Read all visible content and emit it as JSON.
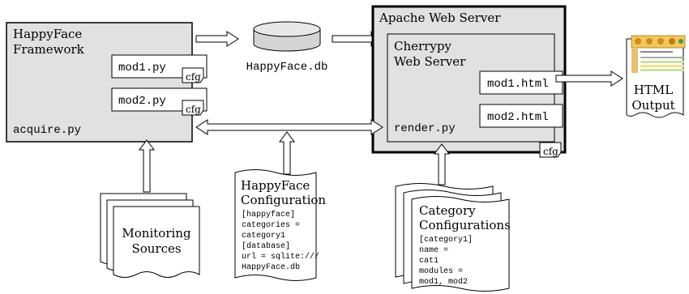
{
  "framework": {
    "title_line1": "HappyFace",
    "title_line2": "Framework",
    "script": "acquire.py",
    "modules": [
      "mod1.py",
      "mod2.py"
    ],
    "cfg_tag": "cfg"
  },
  "database": {
    "label": "HappyFace.db"
  },
  "apache": {
    "title": "Apache Web Server",
    "cfg_tag": "cfg"
  },
  "cherrypy": {
    "title_line1": "Cherrypy",
    "title_line2": "Web Server",
    "script": "render.py",
    "outputs": [
      "mod1.html",
      "mod2.html"
    ]
  },
  "html_output": {
    "line1": "HTML",
    "line2": "Output"
  },
  "monitoring": {
    "line1": "Monitoring",
    "line2": "Sources"
  },
  "happyface_config": {
    "title_line1": "HappyFace",
    "title_line2": "Configuration",
    "lines": [
      "[happyface]",
      "categories =",
      "     category1",
      "[database]",
      "url = sqlite:///",
      "     HappyFace.db"
    ]
  },
  "category_config": {
    "title_line1": "Category",
    "title_line2": "Configurations",
    "lines": [
      "[category1]",
      "name =",
      "     cat1",
      "modules =",
      "     mod1, mod2"
    ]
  },
  "icons": {
    "database": "database-cylinder-icon",
    "browser": "browser-screenshot-icon",
    "document": "document-stack-icon"
  }
}
